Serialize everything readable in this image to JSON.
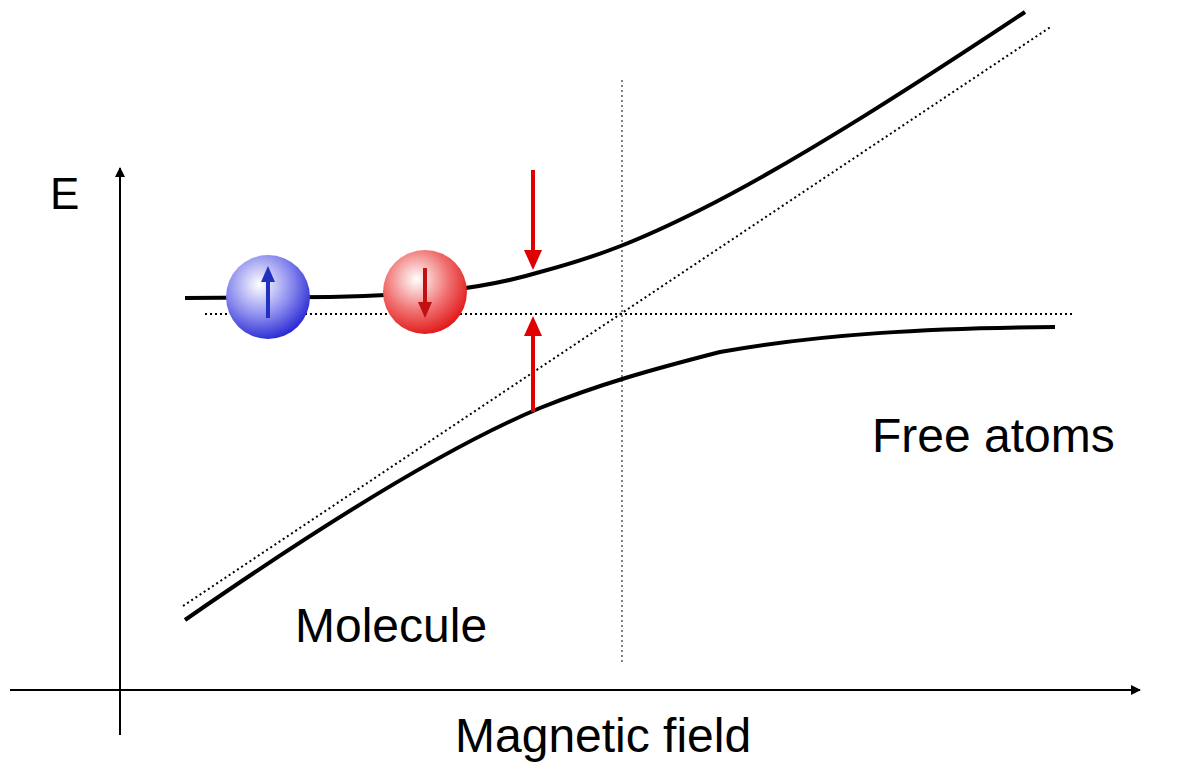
{
  "diagram": {
    "labels": [
      "E",
      "Free atoms",
      "Molecule",
      "Magnetic field"
    ]
  }
}
